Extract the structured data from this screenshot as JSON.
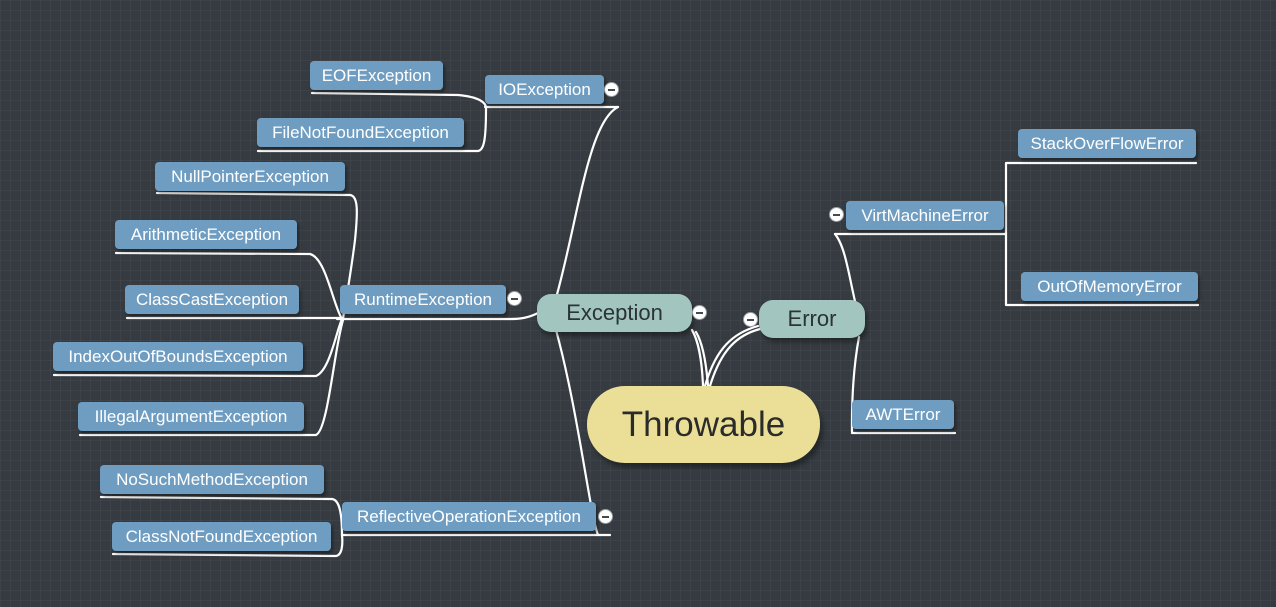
{
  "colors": {
    "background": "#353b40",
    "root_fill": "#ebdf98",
    "main_fill": "#a2c6bf",
    "leaf_fill": "#6f9dc1",
    "connector": "#ffffff"
  },
  "root": {
    "label": "Throwable"
  },
  "exception": {
    "label": "Exception",
    "io": {
      "label": "IOException",
      "children": [
        "EOFException",
        "FileNotFoundException"
      ]
    },
    "runtime": {
      "label": "RuntimeException",
      "children": [
        "NullPointerException",
        "ArithmeticException",
        "ClassCastException",
        "IndexOutOfBoundsException",
        "IllegalArgumentException"
      ]
    },
    "reflective": {
      "label": "ReflectiveOperationException",
      "children": [
        "NoSuchMethodException",
        "ClassNotFoundException"
      ]
    }
  },
  "error": {
    "label": "Error",
    "virtual_machine": {
      "label": "VirtMachineError",
      "children": [
        "StackOverFlowError",
        "OutOfMemoryError"
      ]
    },
    "awt": {
      "label": "AWTError"
    }
  }
}
